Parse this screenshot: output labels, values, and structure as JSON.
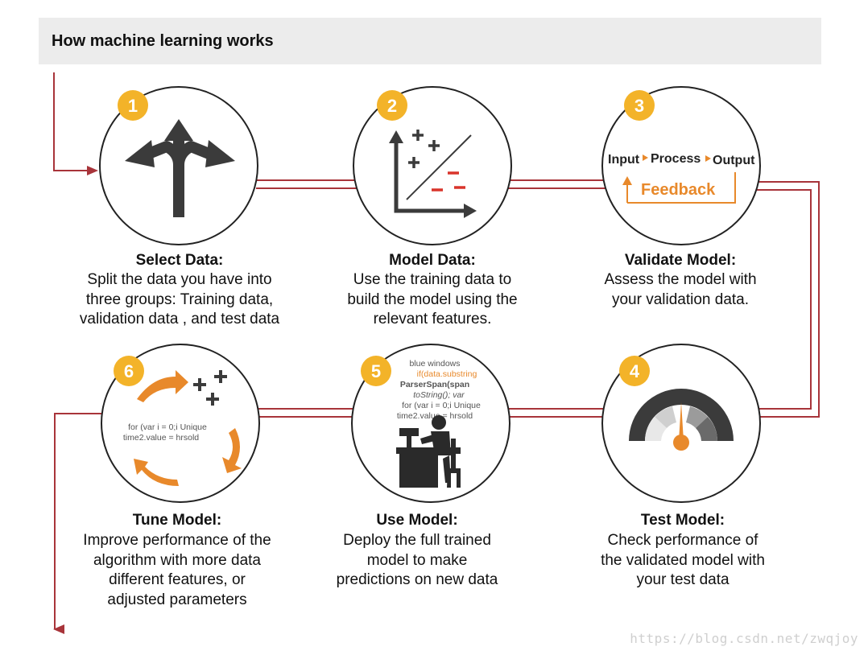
{
  "header": {
    "title": "How machine learning works"
  },
  "steps": [
    {
      "number": "1",
      "title": "Select Data:",
      "lines": [
        "Split the data you have into",
        "three groups: Training data,",
        "validation data , and test data"
      ],
      "icon": "split-arrow-icon"
    },
    {
      "number": "2",
      "title": "Model Data:",
      "lines": [
        "Use the training data to",
        "build the model using the",
        "relevant features."
      ],
      "icon": "scatter-plot-icon"
    },
    {
      "number": "3",
      "title": "Validate Model:",
      "lines": [
        "Assess the model with",
        "your validation data."
      ],
      "icon": "feedback-loop-icon",
      "icon_text": {
        "input": "Input",
        "process": "Process",
        "output": "Output",
        "feedback": "Feedback"
      }
    },
    {
      "number": "4",
      "title": "Test Model:",
      "lines": [
        "Check performance of",
        "the validated model with",
        "your test data"
      ],
      "icon": "gauge-icon"
    },
    {
      "number": "5",
      "title": "Use Model:",
      "lines": [
        "Deploy the full trained",
        "model to make",
        "predictions on new data"
      ],
      "icon": "person-at-computer-icon",
      "code_lines": [
        "blue  windows",
        "if(data.substring",
        "ParserSpan(span",
        "toString(); var",
        "for (var i = 0;i Unique",
        "time2.value = hrsold"
      ]
    },
    {
      "number": "6",
      "title": "Tune Model:",
      "lines": [
        "Improve performance of the",
        "algorithm with more data",
        "different features, or",
        "adjusted parameters"
      ],
      "icon": "cycle-arrows-icon",
      "code_lines": [
        "for (var i = 0;i Unique",
        "time2.value = hrsold"
      ]
    }
  ],
  "watermark": "https://blog.csdn.net/zwqjoy",
  "colors": {
    "flow_line": "#a8343a",
    "badge": "#f3b329",
    "icon_dark": "#3b3b3b",
    "icon_red": "#d9342b",
    "icon_orange": "#e8892b"
  }
}
